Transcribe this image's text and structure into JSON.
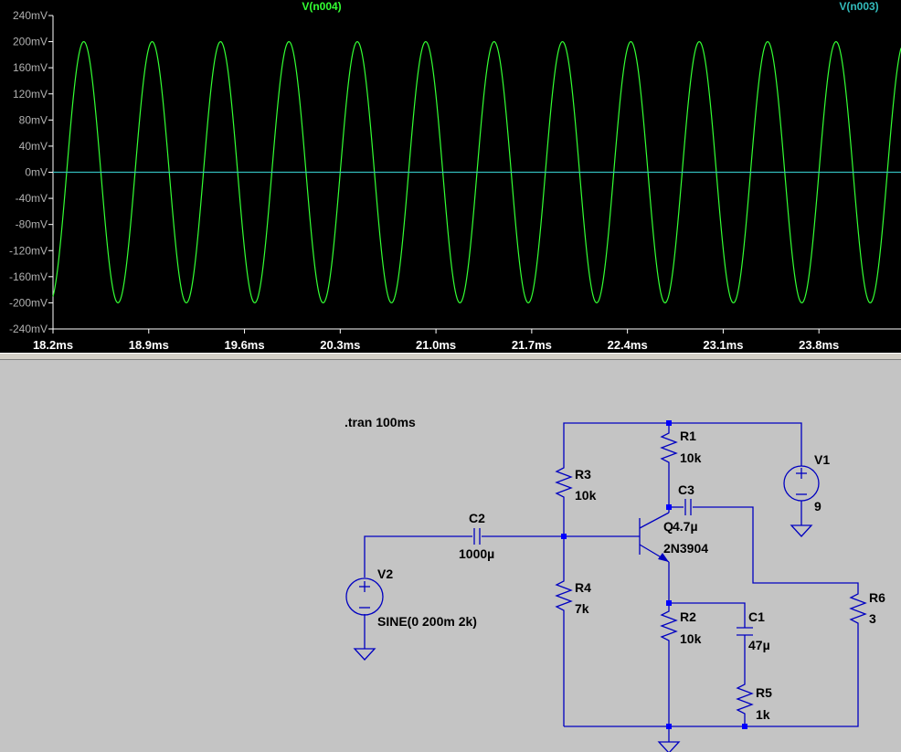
{
  "waveform": {
    "traces": [
      {
        "name": "V(n004)",
        "color": "#33ff33"
      },
      {
        "name": "V(n003)",
        "color": "#33bbbb"
      }
    ],
    "y_tick_labels": [
      "240mV",
      "200mV",
      "160mV",
      "120mV",
      "80mV",
      "40mV",
      "0mV",
      "-40mV",
      "-80mV",
      "-120mV",
      "-160mV",
      "-200mV",
      "-240mV"
    ],
    "x_tick_labels": [
      "18.2ms",
      "18.9ms",
      "19.6ms",
      "20.3ms",
      "21.0ms",
      "21.7ms",
      "22.4ms",
      "23.1ms",
      "23.8ms"
    ]
  },
  "chart_data": {
    "type": "line",
    "title": "",
    "xlabel": "",
    "ylabel": "",
    "x_unit": "ms",
    "y_unit": "mV",
    "xlim": [
      18.2,
      24.4
    ],
    "ylim": [
      -240,
      240
    ],
    "series": [
      {
        "name": "V(n004)",
        "kind": "sine",
        "amplitude_mV": 200,
        "frequency_hz": 2000,
        "offset_mV": 0,
        "phase_deg": 144,
        "color": "#33ff33"
      },
      {
        "name": "V(n003)",
        "kind": "constant",
        "value_mV": 0,
        "color": "#33bbbb"
      }
    ]
  },
  "schematic": {
    "directive": ".tran 100ms",
    "components": {
      "R1": {
        "name": "R1",
        "value": "10k"
      },
      "R2": {
        "name": "R2",
        "value": "10k"
      },
      "R3": {
        "name": "R3",
        "value": "10k"
      },
      "R4": {
        "name": "R4",
        "value": "7k"
      },
      "R5": {
        "name": "R5",
        "value": "1k"
      },
      "R6": {
        "name": "R6",
        "value": "3"
      },
      "C1": {
        "name": "C1",
        "value": "47µ"
      },
      "C2": {
        "name": "C2",
        "value": "1000µ"
      },
      "C3": {
        "name": "C3",
        "value": "4.7µ"
      },
      "Q": {
        "name": "Q",
        "value": "2N3904"
      },
      "V1": {
        "name": "V1",
        "value": "9"
      },
      "V2": {
        "name": "V2",
        "value": "SINE(0 200m 2k)"
      }
    }
  }
}
